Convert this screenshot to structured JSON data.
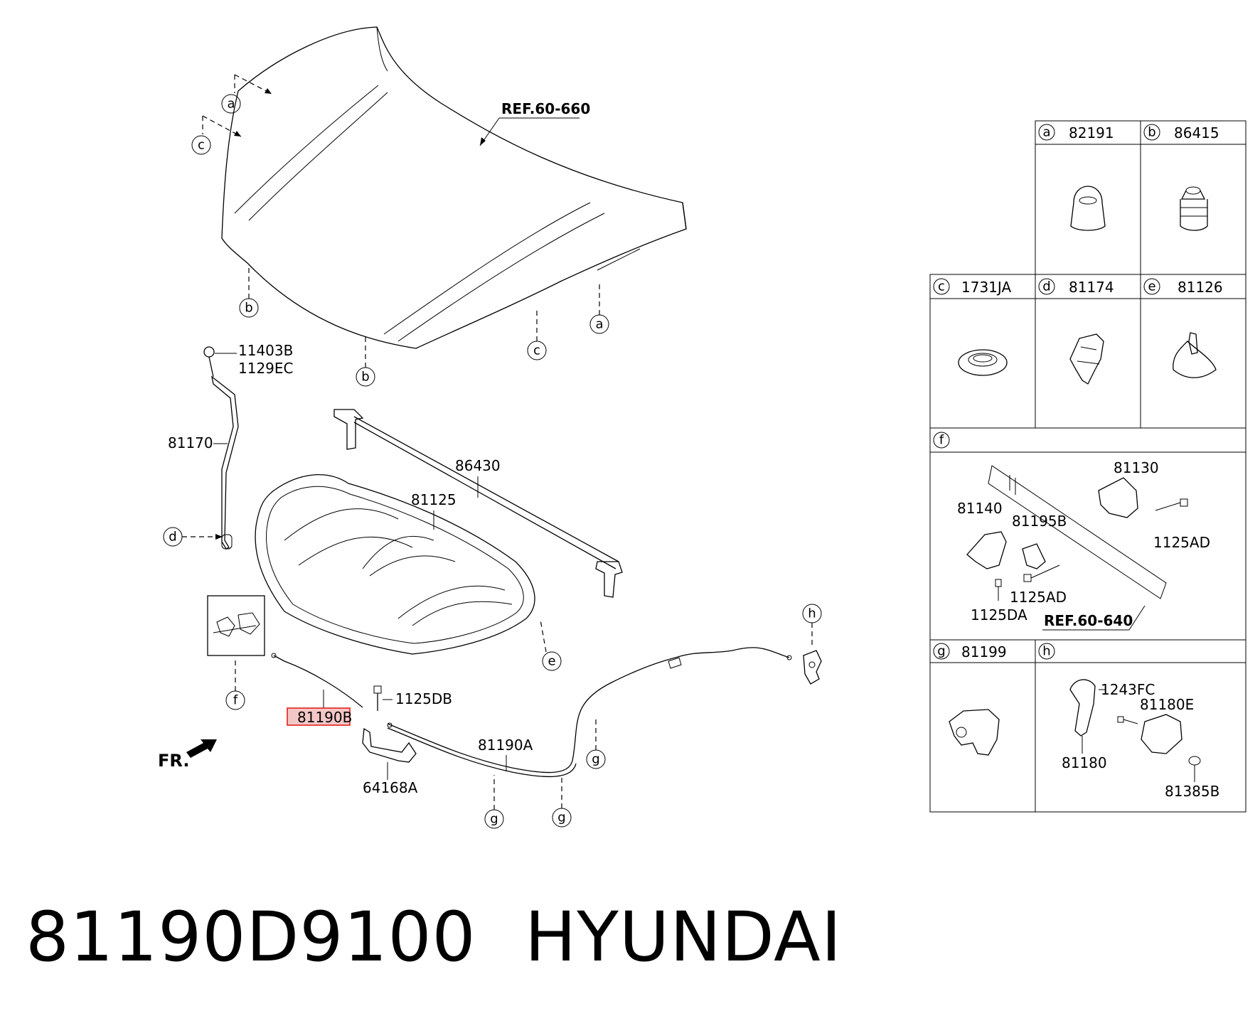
{
  "labels": {
    "ref_hood": "REF.60-660",
    "ref_frame": "REF.60-640",
    "p11403b": "11403B",
    "p1129ec": "1129EC",
    "p81170": "81170",
    "p86430": "86430",
    "p81125": "81125",
    "p1125db": "1125DB",
    "p81190b": "81190B",
    "p64168a": "64168A",
    "p81190a": "81190A",
    "fr": "FR."
  },
  "callouts": {
    "a": "a",
    "b": "b",
    "c": "c",
    "d": "d",
    "e": "e",
    "f": "f",
    "g": "g",
    "h": "h"
  },
  "legend": {
    "a": {
      "letter": "a",
      "part": "82191"
    },
    "b": {
      "letter": "b",
      "part": "86415"
    },
    "c": {
      "letter": "c",
      "part": "1731JA"
    },
    "d": {
      "letter": "d",
      "part": "81174"
    },
    "e": {
      "letter": "e",
      "part": "81126"
    },
    "f": {
      "letter": "f",
      "parts": [
        "81130",
        "81140",
        "81195B",
        "1125AD",
        "1125AD",
        "1125DA"
      ]
    },
    "g": {
      "letter": "g",
      "part": "81199"
    },
    "h": {
      "letter": "h",
      "parts": [
        "1243FC",
        "81180E",
        "81180",
        "81385B"
      ]
    }
  },
  "highlight_color": "#e02020",
  "footer": {
    "part_number": "81190D9100",
    "brand": "HYUNDAI"
  }
}
